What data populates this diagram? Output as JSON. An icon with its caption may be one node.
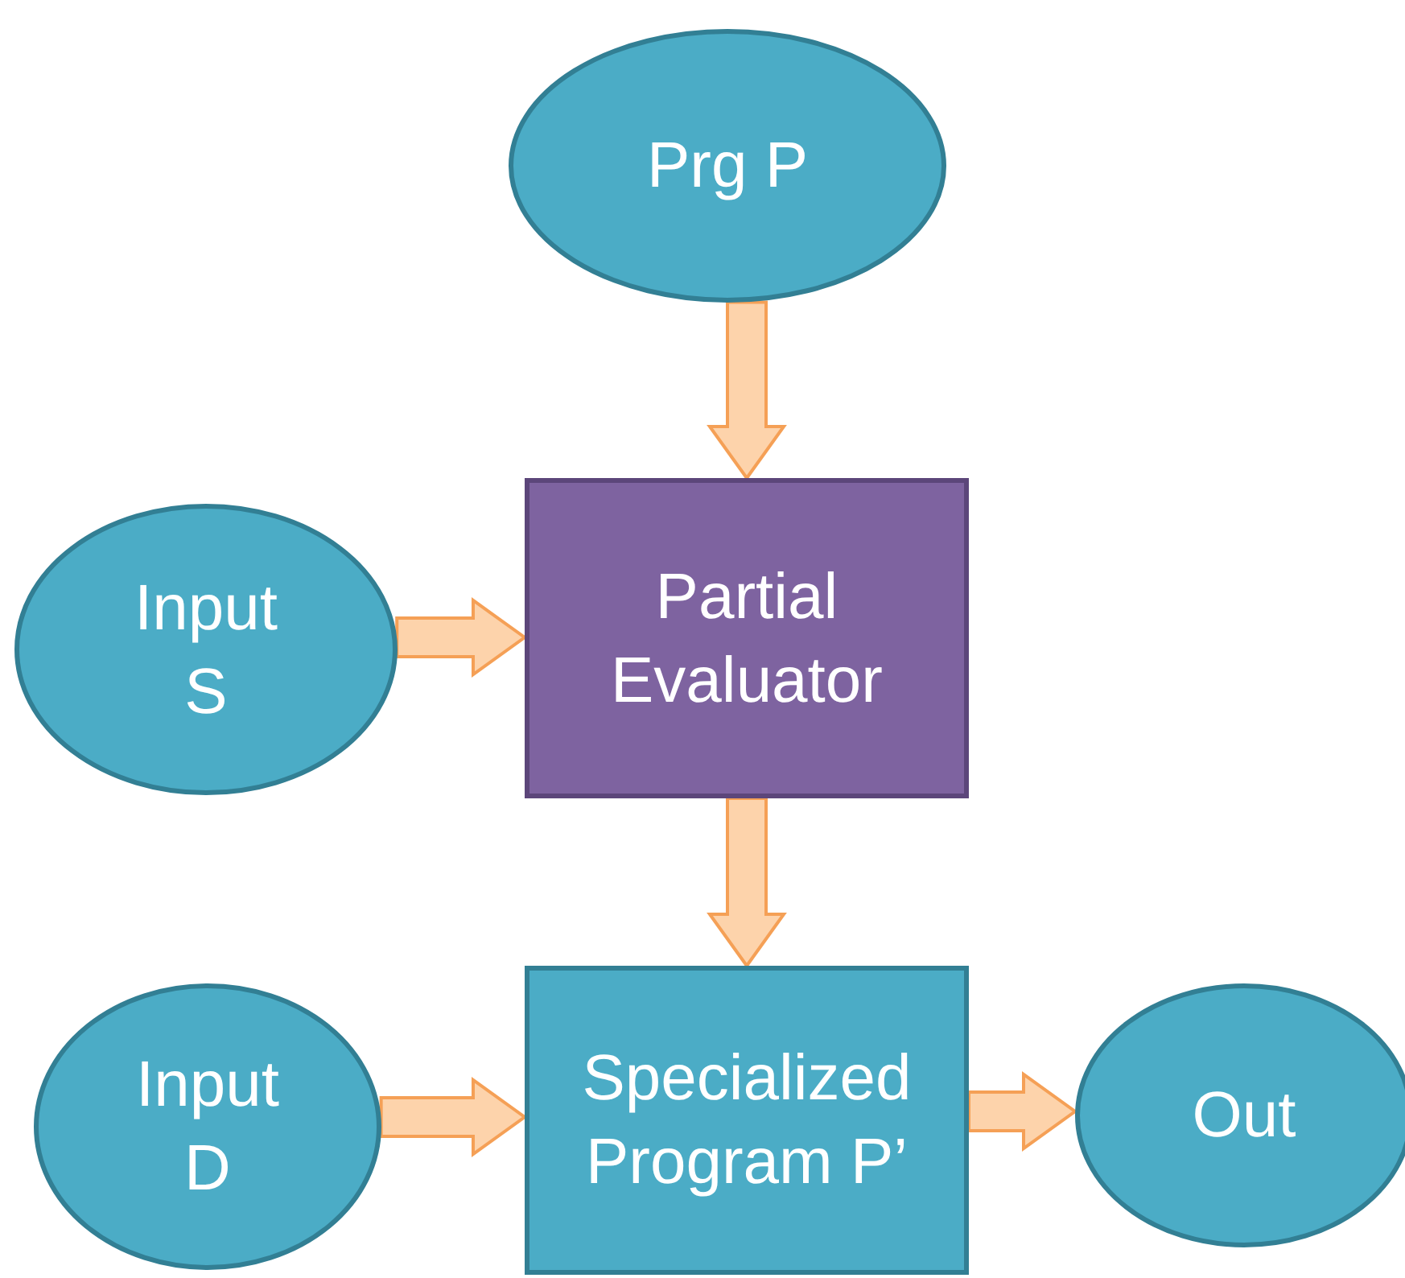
{
  "diagram": {
    "nodes": [
      {
        "text": [
          "Prg P"
        ]
      },
      {
        "text": [
          "Partial Evaluator"
        ]
      },
      {
        "text": [
          "Input S"
        ]
      },
      {
        "text": [
          "Input D"
        ]
      },
      {
        "text": [
          "Specialized Program P’"
        ]
      },
      {
        "text": [
          "Out"
        ]
      }
    ],
    "edges": [
      {
        "from": 0,
        "to": 1,
        "arrow": "to"
      },
      {
        "from": 2,
        "to": 1,
        "arrow": "to"
      },
      {
        "from": 1,
        "to": 4,
        "arrow": "to"
      },
      {
        "from": 3,
        "to": 4,
        "arrow": "to"
      },
      {
        "from": 4,
        "to": 5,
        "arrow": "to"
      }
    ]
  }
}
